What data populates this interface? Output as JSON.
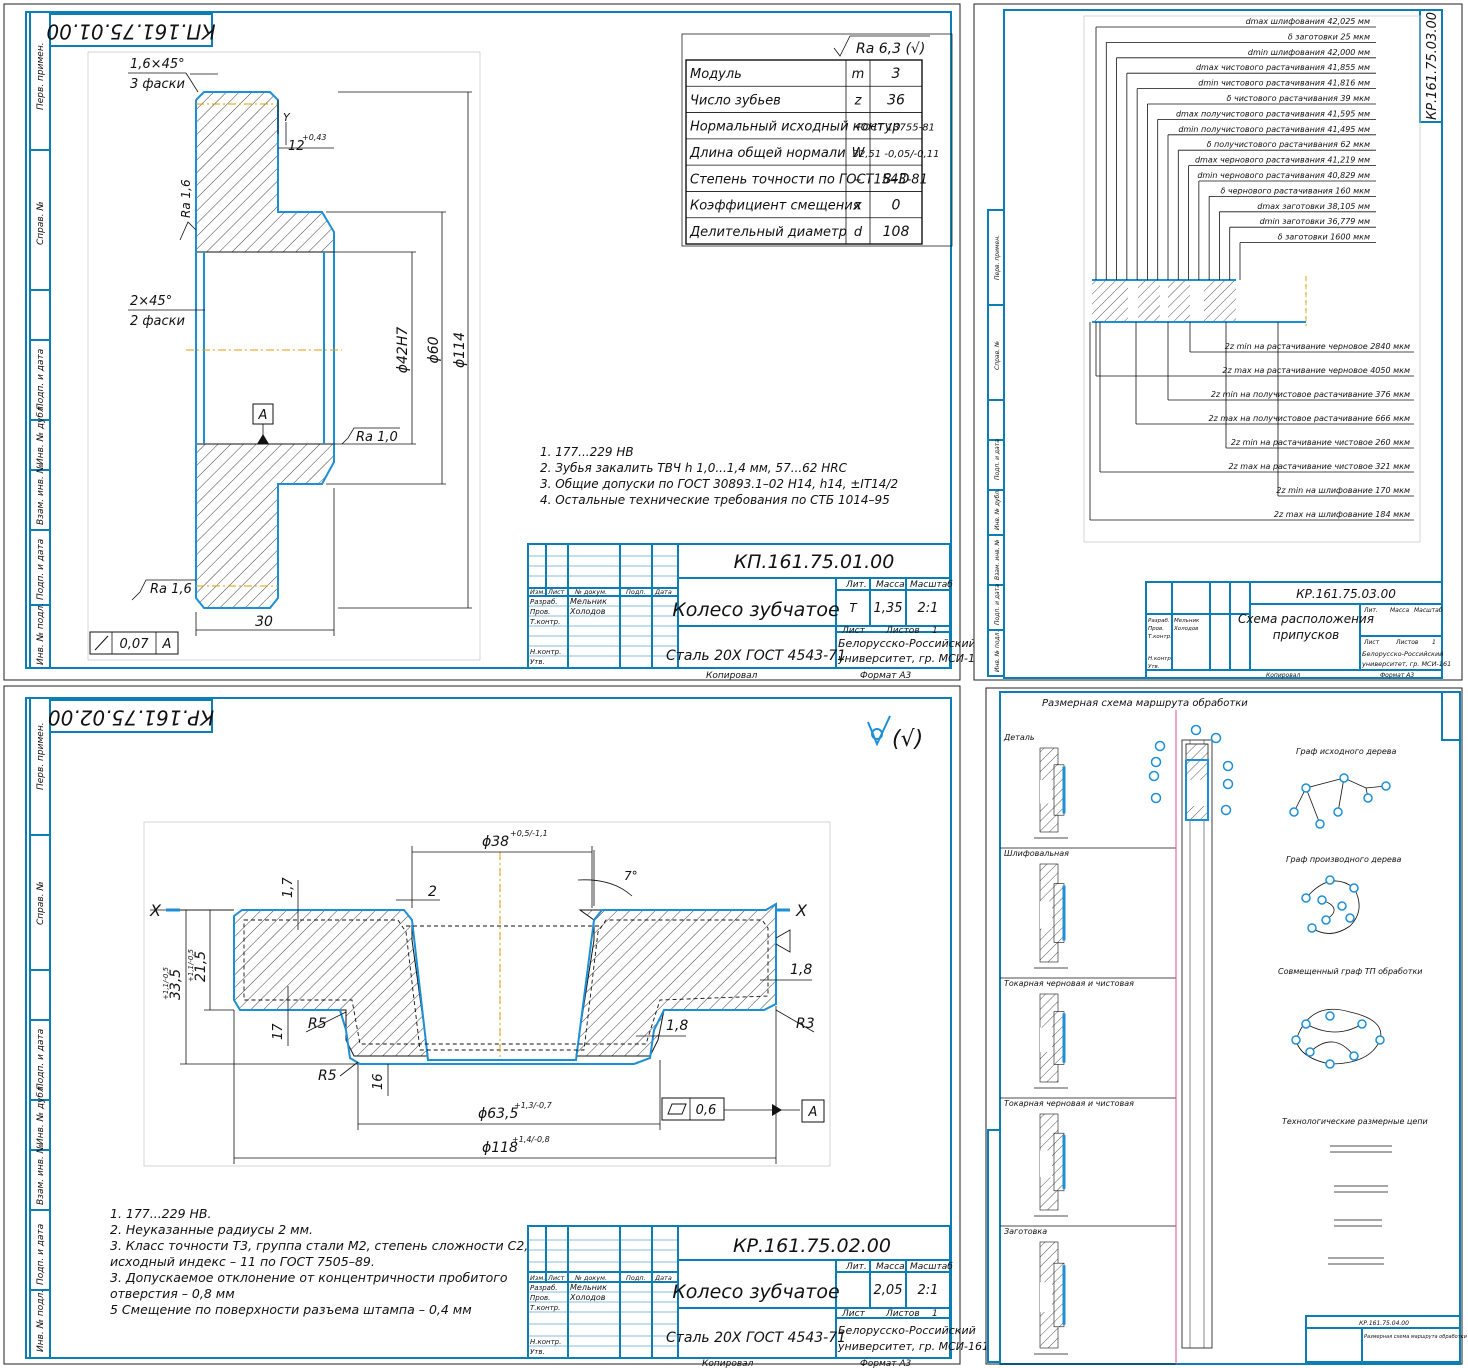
{
  "colors": {
    "frame": "#0b7fb5",
    "part_outline": "#1d8fd6",
    "axis": "#e0a000"
  },
  "sidebar_stamp": [
    "Перв. примен.",
    "Справ. №",
    "Подп. и дата",
    "Инв. № дубл.",
    "Взам. инв. №",
    "Подп. и дата",
    "Инв. № подл."
  ],
  "title_block_common": {
    "headers": [
      "Изм.",
      "Лист",
      "№ докум.",
      "Подп.",
      "Дата"
    ],
    "roles": [
      "Разраб.",
      "Пров.",
      "Т.контр.",
      "Н.контр.",
      "Утв."
    ],
    "developer": "Мельник",
    "checker": "Холодов",
    "lit_label": "Лит.",
    "mass_label": "Масса",
    "scale_label": "Масштаб",
    "sheet_label": "Лист",
    "sheets_label": "Листов",
    "sheets_value": "1",
    "copied": "Копировал",
    "format": "Формат   А3",
    "org_line1": "Белорусско-Российский",
    "org_line2": "университет, гр. МСИ-161"
  },
  "sheet1": {
    "mirror_code": "КП.161.75.01.00",
    "code": "КП.161.75.01.00",
    "title": "Колесо зубчатое",
    "material": "Сталь 20Х ГОСТ 4543-71",
    "lit": "Т",
    "mass": "1,35",
    "scale": "2:1",
    "roughness_general": "Ra 6,3 (√)",
    "gear_table": [
      {
        "name": "Модуль",
        "sym": "m",
        "val": "3"
      },
      {
        "name": "Число зубьев",
        "sym": "z",
        "val": "36"
      },
      {
        "name": "Нормальный исходный контур",
        "sym": "–",
        "val": "ГОСТ 13755-81"
      },
      {
        "name": "Длина общей нормали",
        "sym": "W",
        "val": "32,51 -0,05/-0,11"
      },
      {
        "name": "Степень точности по ГОСТ1543-81",
        "sym": "–",
        "val": "8–D"
      },
      {
        "name": "Коэффициент смещения",
        "sym": "x",
        "val": "0"
      },
      {
        "name": "Делительный диаметр",
        "sym": "d",
        "val": "108"
      }
    ],
    "notes": [
      "1. 177...229 HB",
      "2. Зубья закалить ТВЧ h 1,0...1,4 мм, 57...62 HRC",
      "3. Общие допуски по ГОСТ 30893.1–02 H14, h14, ±IT14/2",
      "4. Остальные технические требования по СТБ 1014–95"
    ],
    "dims": {
      "chamfer1": "1,6×45°",
      "chamfer1_note": "3 фаски",
      "chamfer2": "2×45°",
      "chamfer2_note": "2 фаски",
      "ra16a": "Ra 1,6",
      "ra16b": "Ra 1,6",
      "ra10": "Ra 1,0",
      "d42": "ϕ42H7",
      "d60": "ϕ60",
      "d114": "ϕ114",
      "w30": "30",
      "w12": "12",
      "w12_tol": "+0,43",
      "datum": "A",
      "tol_val": "0,07",
      "tol_ref": "A",
      "y": "Y"
    }
  },
  "sheet2": {
    "mirror_code": "КР.161.75.02.00",
    "code": "КР.161.75.02.00",
    "title": "Колесо зубчатое",
    "material": "Сталь 20Х ГОСТ 4543-71",
    "mass": "2,05",
    "scale": "2:1",
    "roughness_general": "(√)",
    "notes": [
      "1. 177...229 НВ.",
      "2. Неуказанные радиусы 2 мм.",
      "3. Класс точности Т3, группа стали М2, степень сложности С2,",
      "исходный индекс – 11 по ГОСТ 7505–89.",
      "3.  Допускаемое отклонение от концентричности пробитого",
      "отверстия – 0,8 мм",
      "5 Смещение по поверхности разъема штампа – 0,4 мм"
    ],
    "dims": {
      "d38": "ϕ38",
      "d38_tol": "+0,5/-1,1",
      "d635": "ϕ63,5",
      "d635_tol": "+1,3/-0,7",
      "d118": "ϕ118",
      "d118_tol": "+1,4/-0,8",
      "h335": "33,5",
      "h335_tol": "+1,1/-0,5",
      "h215": "21,5",
      "h215_tol": "+1,1/-0,5",
      "v17a": "1,7",
      "v17b": "17",
      "v18a": "1,8",
      "v18b": "1,8",
      "v16": "16",
      "v2": "2",
      "angle": "7°",
      "r5a": "R5",
      "r5b": "R5",
      "r3": "R3",
      "x": "X",
      "flat_val": "0,6",
      "datum": "A"
    }
  },
  "sheet3": {
    "mirror_code": "КР.161.75.03.00",
    "code": "КР.161.75.03.00",
    "title_line1": "Схема расположения",
    "title_line2": "припусков",
    "top_labels": [
      "dmax шлифования 42,025 мм",
      "δ заготовки 25 мкм",
      "dmin шлифования 42,000 мм",
      "dmax чистового растачивания 41,855 мм",
      "dmin чистового растачивания 41,816 мм",
      "δ чистового растачивания 39 мкм",
      "dmax получистового растачивания 41,595 мм",
      "dmin получистового растачивания 41,495 мм",
      "δ получистового растачивания 62 мкм",
      "dmax чернового растачивания 41,219 мм",
      "dmin чернового растачивания 40,829 мм",
      "δ чернового растачивания 160 мкм",
      "dmax заготовки 38,105 мм",
      "dmin заготовки 36,779 мм",
      "δ заготовки 1600 мкм"
    ],
    "bottom_labels": [
      "2z min на растачивание черновое 2840 мкм",
      "2z max на растачивание черновое 4050 мкм",
      "2z min на получистовое растачивание 376 мкм",
      "2z max на получистовое растачивание 666 мкм",
      "2z min на растачивание чистовое 260 мкм",
      "2z max на растачивание чистовое 321 мкм",
      "2z min на шлифование 170 мкм",
      "2z max на шлифование 184 мкм"
    ]
  },
  "sheet4": {
    "title": "Размерная схема маршрута обработки",
    "rows": [
      "Деталь",
      "Шлифовальная",
      "Токарная черновая и чистовая",
      "Токарная черновая и чистовая",
      "Заготовка"
    ],
    "graphs": [
      "Граф исходного дерева",
      "Граф производного дерева",
      "Совмещенный граф ТП обработки",
      "Технологические размерные цепи"
    ],
    "stamp_code": "КР.161.75.04.00",
    "stamp_title": "Размерная схема маршрута обработки"
  }
}
